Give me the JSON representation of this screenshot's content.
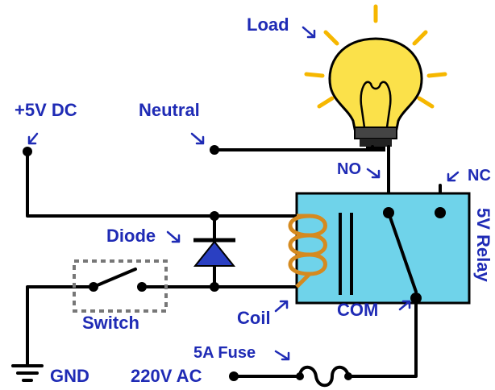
{
  "labels": {
    "load": "Load",
    "plus5v": "+5V DC",
    "neutral": "Neutral",
    "no": "NO",
    "nc": "NC",
    "relay": "5V Relay",
    "diode": "Diode",
    "switch": "Switch",
    "coil": "Coil",
    "com": "COM",
    "fuse": "5A Fuse",
    "gnd": "GND",
    "ac": "220V AC"
  },
  "colors": {
    "label_text": "#1f2bb5",
    "wire": "#000000",
    "relay_body": "#6fd3ea",
    "coil": "#d58a1f",
    "diode": "#2a3fc2",
    "bulb": "#fbe14a",
    "bulb_rays": "#f6b700",
    "switch_box": "#777777"
  },
  "icons": {
    "bulb": "light-bulb-icon",
    "ground": "ground-icon",
    "diode": "diode-icon",
    "fuse": "fuse-icon",
    "coil": "relay-coil-icon",
    "switch": "switch-icon"
  }
}
